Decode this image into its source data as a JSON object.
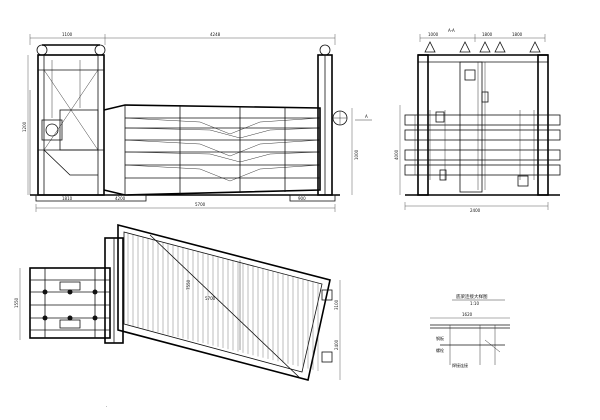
{
  "elevation_dims": {
    "top_a": "1100",
    "top_b": "4248",
    "left_height": "1200",
    "right_height": "1000",
    "bottom_a": "1810",
    "bottom_b": "4200",
    "bottom_total": "5700",
    "right_b": "900",
    "section_mark": "A"
  },
  "side_dims": {
    "top_label": "A-A",
    "top_a": "1000",
    "top_b": "1800",
    "top_c": "1800",
    "side_label": "4000",
    "bottom_total": "2400"
  },
  "plan_dims": {
    "left_total": "1550",
    "mid_a": "7550",
    "mid_b": "5700",
    "right_a": "3100",
    "right_b": "2400"
  },
  "detail": {
    "title": "底梁连接大样图",
    "scale": "1:10",
    "dim": "1620",
    "label_a": "钢板",
    "label_b": "螺栓",
    "label_c": "焊接连接"
  }
}
